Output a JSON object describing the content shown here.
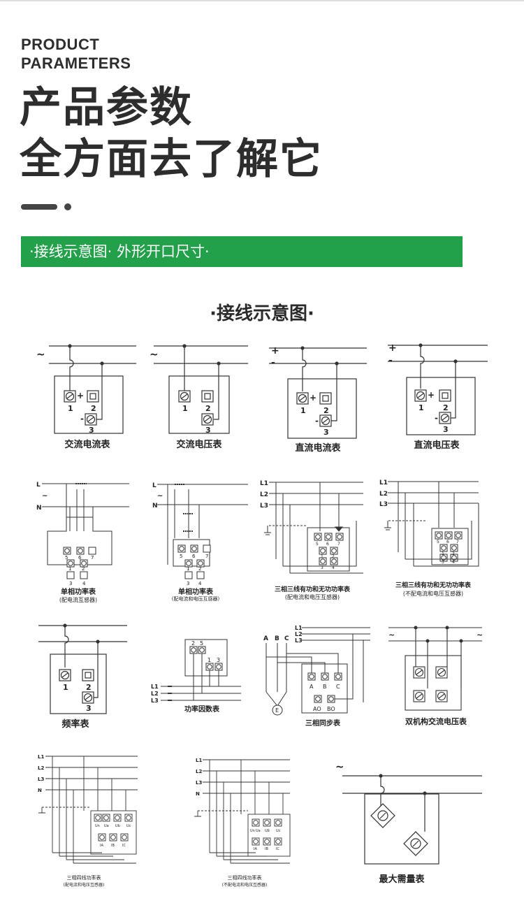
{
  "header": {
    "en_line1": "PRODUCT",
    "en_line2": "PARAMETERS",
    "cn_line1": "产品参数",
    "cn_line2": "全方面去了解它"
  },
  "banner": {
    "text": "·接线示意图· 外形开口尺寸·"
  },
  "section": {
    "title": "·接线示意图·"
  },
  "diagrams": {
    "d1": {
      "caption": "交流电流表",
      "sym": "~",
      "t1": "1",
      "t2": "2",
      "t3": "3",
      "plus": "+",
      "minus": "-"
    },
    "d2": {
      "caption": "交流电压表",
      "sym": "~",
      "t1": "1",
      "t2": "2",
      "t3": "3"
    },
    "d3": {
      "caption": "直流电流表",
      "plus_line": "+",
      "minus_line": "-",
      "t1": "1",
      "t2": "2",
      "t3": "3",
      "plus": "+",
      "minus": "-"
    },
    "d4": {
      "caption": "直流电压表",
      "plus_line": "+",
      "minus_line": "-",
      "t1": "1",
      "t2": "2",
      "t3": "3",
      "plus": "+",
      "minus": "-"
    },
    "d5": {
      "caption": "单相功率表",
      "note": "(配电流互感器)",
      "L": "L",
      "N": "N",
      "sym": "~",
      "t5": "5",
      "t6": "6",
      "t7": "7",
      "t1": "1",
      "t2": "2",
      "t3": "3",
      "t4": "4"
    },
    "d6": {
      "caption": "单相功率表",
      "note": "(配电流和电压互感器)",
      "L": "L",
      "N": "N",
      "sym": "~",
      "t5": "5",
      "t6": "6",
      "t7": "7",
      "t1": "1",
      "t2": "2",
      "t3": "3",
      "t4": "4"
    },
    "d7": {
      "caption": "三相三线有功和无功功率表",
      "note": "(配电流和电压互感器)",
      "L1": "L1",
      "L2": "L2",
      "L3": "L3",
      "t5": "5",
      "t6": "6",
      "t7": "7",
      "t1": "1",
      "t2": "2",
      "t3": "3",
      "t4": "4"
    },
    "d8": {
      "caption": "三相三线有功和无功功率表",
      "note": "(不配电流和电压互感器)",
      "L1": "L1",
      "L2": "L2",
      "L3": "L3",
      "t5": "5",
      "t6": "6",
      "t7": "7",
      "t1": "1",
      "t2": "2",
      "t3": "3",
      "t4": "4"
    },
    "d9": {
      "caption": "频率表",
      "t1": "1",
      "t2": "2",
      "t3": "3"
    },
    "d10": {
      "caption": "功率因数表",
      "L1": "L1",
      "L2": "L2",
      "L3": "L3",
      "t2": "2",
      "t5": "5",
      "t1": "1",
      "t3": "3"
    },
    "d11": {
      "caption": "三相同步表",
      "A": "A",
      "B": "B",
      "C": "C",
      "L1": "L1",
      "L2": "L2",
      "L3": "L3",
      "tA": "A",
      "tB": "B",
      "tC": "C",
      "tAO": "AO",
      "tBO": "BO",
      "E": "E"
    },
    "d12": {
      "caption": "双机构交流电压表",
      "sym_left": "~",
      "sym_right": "~"
    },
    "d13": {
      "caption": "三相四线功率表",
      "note": "(配电流和电压互感器)",
      "L1": "L1",
      "L2": "L2",
      "L3": "L3",
      "N": "N",
      "Un": "Un",
      "Ua": "Ua",
      "Ub": "Ub",
      "Uc": "Uc",
      "IA": "IA",
      "IB": "IB",
      "IC": "IC"
    },
    "d14": {
      "caption": "三相四线功率表",
      "note": "(不配电流和电压互感器)",
      "L1": "L1",
      "L2": "L2",
      "L3": "L3",
      "N": "N",
      "Un": "Un",
      "Ua": "Ua",
      "Ub": "Ub",
      "Uc": "Uc",
      "IA": "IA",
      "IB": "IB",
      "IC": "IC"
    },
    "d15": {
      "caption": "最大需量表",
      "sym": "~"
    }
  }
}
